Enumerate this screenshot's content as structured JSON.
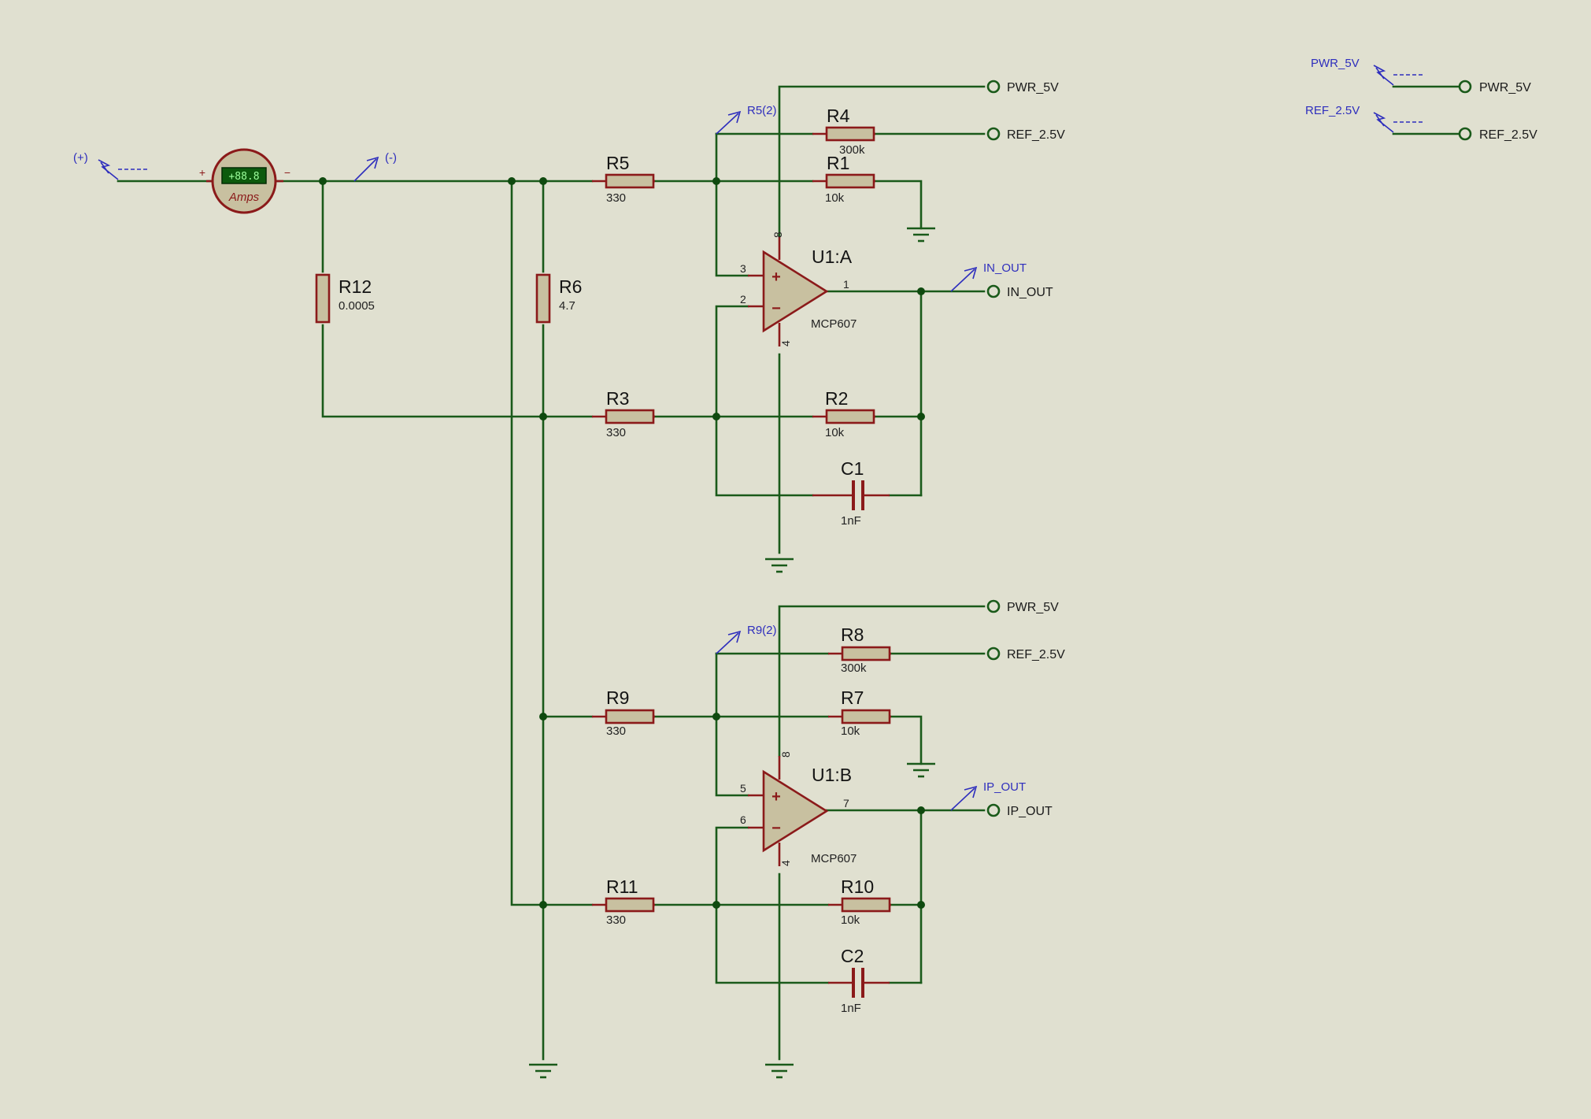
{
  "probes": {
    "plus": "(+)",
    "minus": "(-)",
    "r5": "R5(2)",
    "r9": "R9(2)",
    "in_out": "IN_OUT",
    "ip_out": "IP_OUT",
    "pwr_5v": "PWR_5V",
    "ref_2_5v": "REF_2.5V"
  },
  "ammeter": {
    "unit": "Amps",
    "display": "+88.8",
    "plus_sign": "+",
    "minus_sign": "−"
  },
  "resistors": {
    "R1": {
      "name": "R1",
      "value": "10k"
    },
    "R2": {
      "name": "R2",
      "value": "10k"
    },
    "R3": {
      "name": "R3",
      "value": "330"
    },
    "R4": {
      "name": "R4",
      "value": "300k"
    },
    "R5": {
      "name": "R5",
      "value": "330"
    },
    "R6": {
      "name": "R6",
      "value": "4.7"
    },
    "R7": {
      "name": "R7",
      "value": "10k"
    },
    "R8": {
      "name": "R8",
      "value": "300k"
    },
    "R9": {
      "name": "R9",
      "value": "330"
    },
    "R10": {
      "name": "R10",
      "value": "10k"
    },
    "R11": {
      "name": "R11",
      "value": "330"
    },
    "R12": {
      "name": "R12",
      "value": "0.0005"
    }
  },
  "capacitors": {
    "C1": {
      "name": "C1",
      "value": "1nF"
    },
    "C2": {
      "name": "C2",
      "value": "1nF"
    }
  },
  "opamps": {
    "U1A": {
      "name": "U1:A",
      "part": "MCP607",
      "pin_in_plus": "3",
      "pin_in_minus": "2",
      "pin_out": "1",
      "pin_vcc": "8",
      "pin_gnd": "4",
      "plus": "+",
      "minus": "−"
    },
    "U1B": {
      "name": "U1:B",
      "part": "MCP607",
      "pin_in_plus": "5",
      "pin_in_minus": "6",
      "pin_out": "7",
      "pin_vcc": "8",
      "pin_gnd": "4",
      "plus": "+",
      "minus": "−"
    }
  },
  "terminals": {
    "pwr_top": "PWR_5V",
    "ref_top": "REF_2.5V",
    "in_out": "IN_OUT",
    "pwr_bottom": "PWR_5V",
    "ref_bottom": "REF_2.5V",
    "ip_out": "IP_OUT",
    "pwr_right": "PWR_5V",
    "ref_right": "REF_2.5V"
  },
  "colors": {
    "background": "#e0e0d0",
    "wire": "#1a5a1a",
    "component": "#8b1a1a",
    "probe": "#2e2ebd"
  }
}
